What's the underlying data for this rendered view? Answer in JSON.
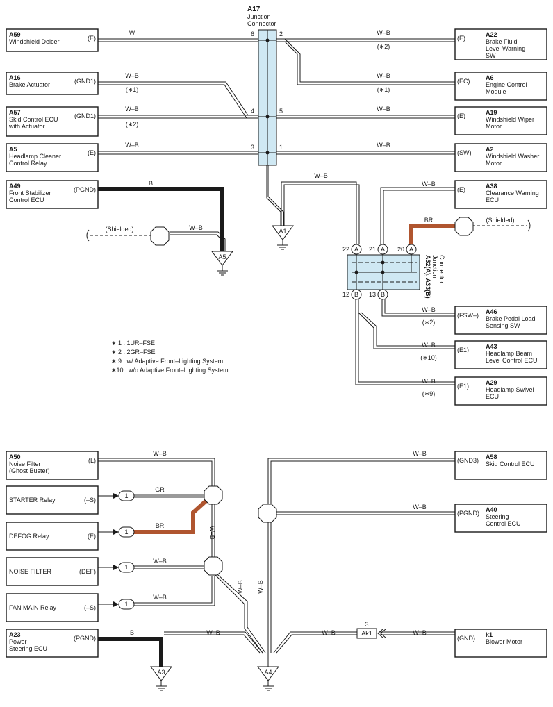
{
  "components": {
    "a59": {
      "code": "A59",
      "line1": "Windshield Deicer",
      "line2": "",
      "line3": "",
      "pin": "(E)"
    },
    "a16": {
      "code": "A16",
      "line1": "Brake Actuator",
      "line2": "",
      "line3": "",
      "pin": "(GND1)"
    },
    "a57": {
      "code": "A57",
      "line1": "Skid Control ECU",
      "line2": "with Actuator",
      "line3": "",
      "pin": "(GND1)"
    },
    "a5": {
      "code": "A5",
      "line1": "Headlamp Cleaner",
      "line2": "Control Relay",
      "line3": "",
      "pin": "(E)"
    },
    "a49": {
      "code": "A49",
      "line1": "Front Stabilizer",
      "line2": "Control ECU",
      "line3": "",
      "pin": "(PGND)"
    },
    "a22": {
      "code": "A22",
      "line1": "Brake Fluid",
      "line2": "Level Warning",
      "line3": "SW",
      "pin": "(E)"
    },
    "a6": {
      "code": "A6",
      "line1": "Engine Control",
      "line2": "Module",
      "line3": "",
      "pin": "(EC)"
    },
    "a19": {
      "code": "A19",
      "line1": "Windshield Wiper",
      "line2": "Motor",
      "line3": "",
      "pin": "(E)"
    },
    "a2": {
      "code": "A2",
      "line1": "Windshield Washer",
      "line2": "Motor",
      "line3": "",
      "pin": "(SW)"
    },
    "a38": {
      "code": "A38",
      "line1": "Clearance Warning",
      "line2": "ECU",
      "line3": "",
      "pin": "(E)"
    },
    "a46": {
      "code": "A46",
      "line1": "Brake Pedal Load",
      "line2": "Sensing SW",
      "line3": "",
      "pin": "(FSW–)"
    },
    "a43": {
      "code": "A43",
      "line1": "Headlamp Beam",
      "line2": "Level Control ECU",
      "line3": "",
      "pin": "(E1)"
    },
    "a29": {
      "code": "A29",
      "line1": "Headlamp Swivel",
      "line2": "ECU",
      "line3": "",
      "pin": "(E1)"
    },
    "a50": {
      "code": "A50",
      "line1": "Noise Filter",
      "line2": "(Ghost Buster)",
      "line3": "",
      "pin": "(L)"
    },
    "starter": {
      "code": "",
      "line1": "STARTER Relay",
      "line2": "",
      "line3": "",
      "pin": "(–S)"
    },
    "defog": {
      "code": "",
      "line1": "DEFOG Relay",
      "line2": "",
      "line3": "",
      "pin": "(E)"
    },
    "noisefilter": {
      "code": "",
      "line1": "NOISE FILTER",
      "line2": "",
      "line3": "",
      "pin": "(DEF)"
    },
    "fanmain": {
      "code": "",
      "line1": "FAN MAIN Relay",
      "line2": "",
      "line3": "",
      "pin": "(–S)"
    },
    "a23": {
      "code": "A23",
      "line1": "Power",
      "line2": "Steering ECU",
      "line3": "",
      "pin": "(PGND)"
    },
    "a58": {
      "code": "A58",
      "line1": "Skid Control ECU",
      "line2": "",
      "line3": "",
      "pin": "(GND3)"
    },
    "a40": {
      "code": "A40",
      "line1": "Steering",
      "line2": "Control ECU",
      "line3": "",
      "pin": "(PGND)"
    },
    "k1": {
      "code": "k1",
      "line1": "Blower Motor",
      "line2": "",
      "line3": "",
      "pin": "(GND)"
    }
  },
  "junction_a17": {
    "code": "A17",
    "line1": "Junction",
    "line2": "Connector"
  },
  "junction_a32": {
    "label1": "A32(A), A33(B)",
    "label2": "Junction",
    "label3": "Connector"
  },
  "pins": {
    "a17": [
      "6",
      "2",
      "4",
      "5",
      "3",
      "1"
    ],
    "a32": [
      "22",
      "21",
      "20",
      "12",
      "13"
    ],
    "letters": {
      "a": "A",
      "b": "B"
    }
  },
  "wires": {
    "w": "W",
    "wb": "W–B",
    "b": "B",
    "br": "BR",
    "gr": "GR"
  },
  "notes": {
    "n1": "(∗1)",
    "n2": "(∗2)",
    "n9": "(∗9)",
    "n10": "(∗10)"
  },
  "grounds": {
    "a1": "A1",
    "a5": "A5",
    "a3": "A3",
    "a4": "A4"
  },
  "shielded": "(Shielded)",
  "connector_pin_1": "1",
  "ak1": {
    "label": "Ak1",
    "pin": "3"
  },
  "legend": [
    "∗ 1 : 1UR–FSE",
    "∗ 2 : 2GR–FSE",
    "∗ 9 : w/ Adaptive Front–Lighting System",
    "∗10 : w/o Adaptive Front–Lighting System"
  ],
  "colors": {
    "black_wire": "#1a1a1a",
    "brown_wire": "#b0552f",
    "gray_wire": "#9a9a9a",
    "junction_fill": "#cfe8f3"
  }
}
